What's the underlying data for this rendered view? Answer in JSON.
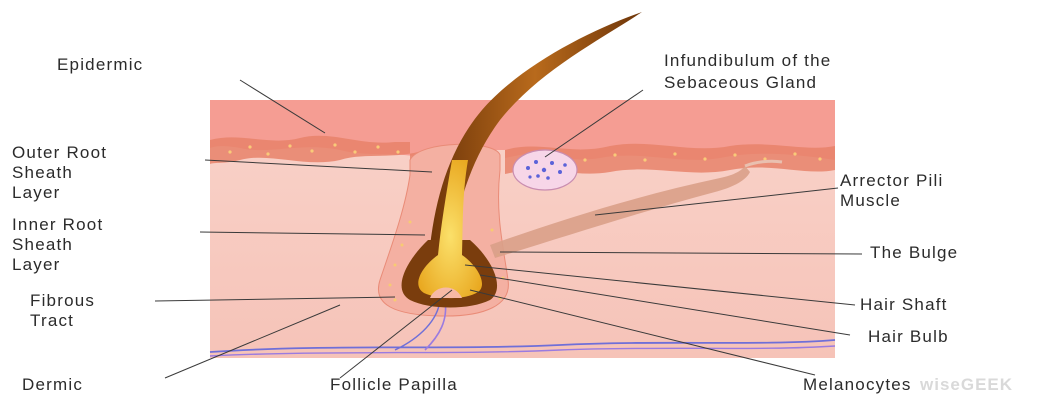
{
  "labels": {
    "epidermic": "Epidermic",
    "infundibulum_1": "Infundibulum of the",
    "infundibulum_2": "Sebaceous Gland",
    "outer_root_1": "Outer Root",
    "outer_root_2": "Sheath",
    "outer_root_3": "Layer",
    "inner_root_1": "Inner Root",
    "inner_root_2": "Sheath",
    "inner_root_3": "Layer",
    "fibrous_1": "Fibrous",
    "fibrous_2": "Tract",
    "dermic": "Dermic",
    "follicle_papilla": "Follicle Papilla",
    "arrector_1": "Arrector Pili",
    "arrector_2": "Muscle",
    "bulge": "The Bulge",
    "hair_shaft": "Hair Shaft",
    "hair_bulb": "Hair Bulb",
    "melanocytes": "Melanocytes"
  },
  "watermark": "wiseGEEK",
  "colors": {
    "epidermis": "#f59d93",
    "dermis": "#f8cdc4",
    "granular_layer": "#e8826a",
    "hair_outer": "#8a4a12",
    "hair_inner": "#f2c12e",
    "muscle": "#d9a088",
    "vessel_blue": "#6f6fd8",
    "vessel_purple": "#9a7be0"
  }
}
